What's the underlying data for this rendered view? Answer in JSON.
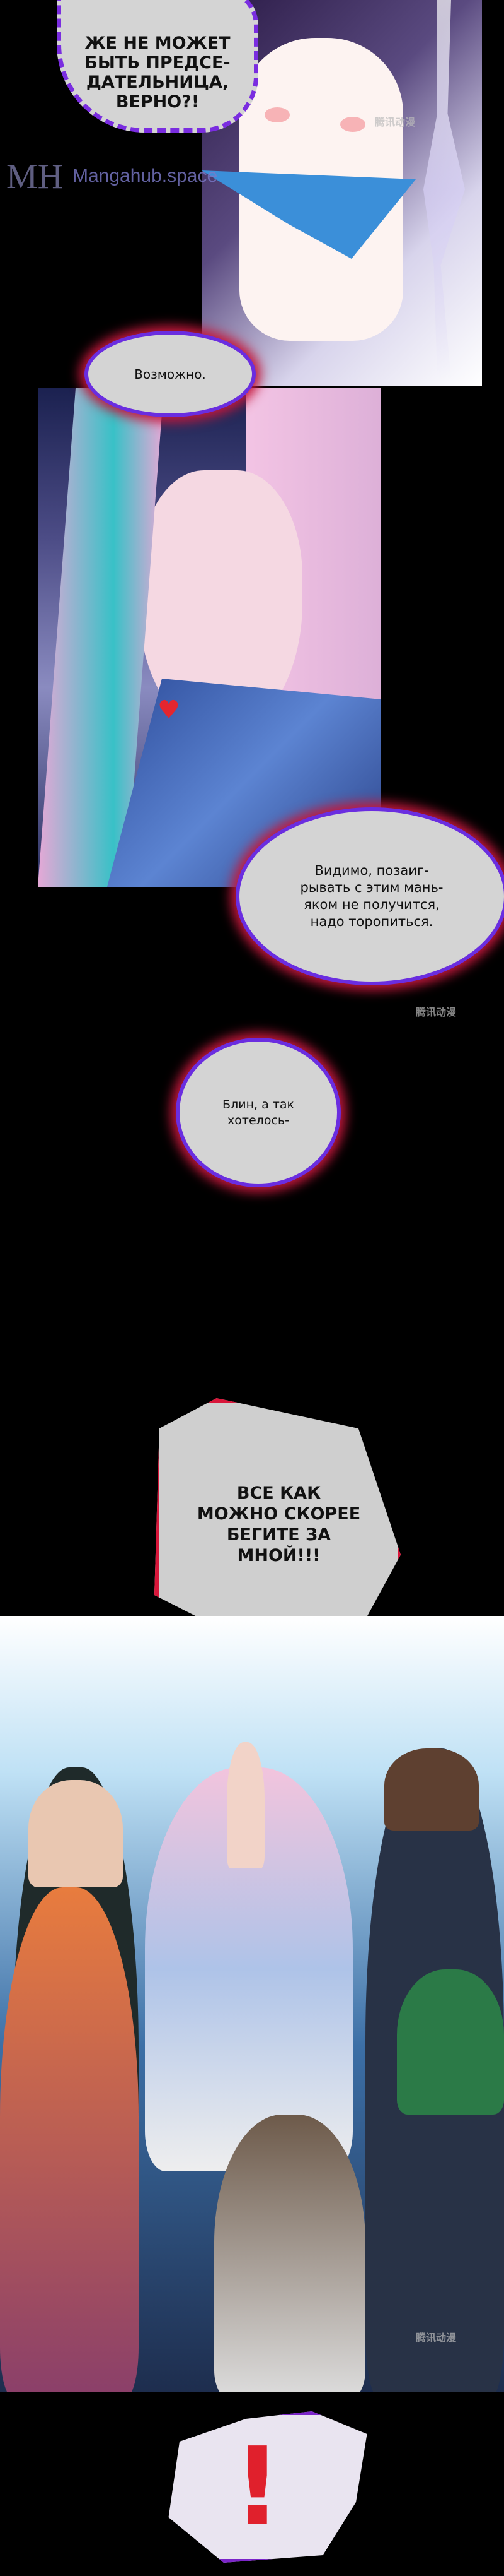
{
  "watermark": {
    "logo": "MH",
    "site": "Mangahub.space",
    "publisher_mark": "腾讯动漫"
  },
  "bubbles": {
    "president": "ЖЕ НЕ МОЖЕТ\nБЫТЬ ПРЕДСЕ-\nДАТЕЛЬНИЦА,\nВЕРНО?!",
    "maybe": "Возможно.",
    "hurry": "Видимо, позаиг-\nрывать с этим мань-\nяком не получится,\nнадо торопиться.",
    "wanted": "Блин, а так\nхотелось-",
    "follow": "ВСЕ КАК\nМОЖНО СКОРЕЕ\nБЕГИТЕ ЗА\nМНОЙ!!!",
    "exclaim": "!"
  },
  "colors": {
    "bubble_fill": "#d4d4d4",
    "purple_border": "#7a2de0",
    "red_border": "#d8163a"
  }
}
